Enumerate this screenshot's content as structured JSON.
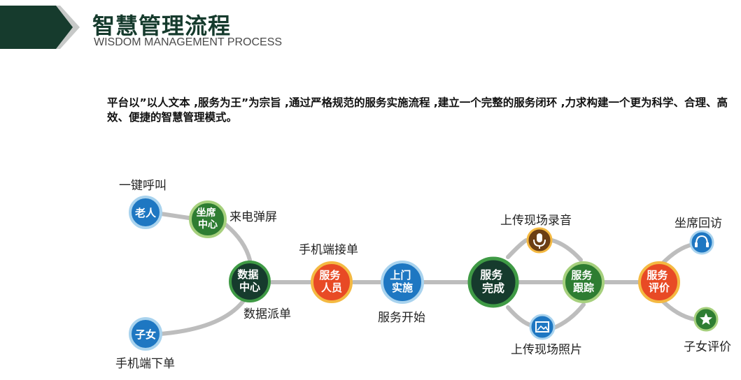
{
  "header": {
    "title": "智慧管理流程",
    "subtitle": "WISDOM MANAGEMENT PROCESS"
  },
  "intro": "平台以”以人文本 ,服务为王”为宗旨 ,通过严格规范的服务实施流程 ,建立一个完整的服务闭环 ,力求构建一个更为科学、合理、高效、便捷的智慧管理模式。",
  "colors": {
    "dark_green": "#163b2d",
    "green": "#2e7d32",
    "red": "#e84a25",
    "blue": "#1e77c2",
    "brown": "#6b3e14",
    "connector": "#bdbdbd"
  },
  "nodes": {
    "elder": "老人",
    "seat_center": "坐席\n中心",
    "data_center": "数据\n中心",
    "child": "子女",
    "service_staff": "服务\n人员",
    "on_site": "上门\n实施",
    "service_done": "服务\n完成",
    "service_track": "服务\n跟踪",
    "service_review": "服务\n评价"
  },
  "labels": {
    "one_key_call": "一键呼叫",
    "incoming_popup": "来电弹屏",
    "data_dispatch": "数据派单",
    "mobile_order": "手机端下单",
    "mobile_accept": "手机端接单",
    "service_start": "服务开始",
    "record_audio": "上传现场录音",
    "upload_photo": "上传现场照片",
    "seat_callback": "坐席回访",
    "child_review": "子女评价"
  },
  "icons": {
    "audio": "microphone-icon",
    "photo": "image-icon",
    "callback": "headset-icon",
    "review": "star-icon"
  }
}
